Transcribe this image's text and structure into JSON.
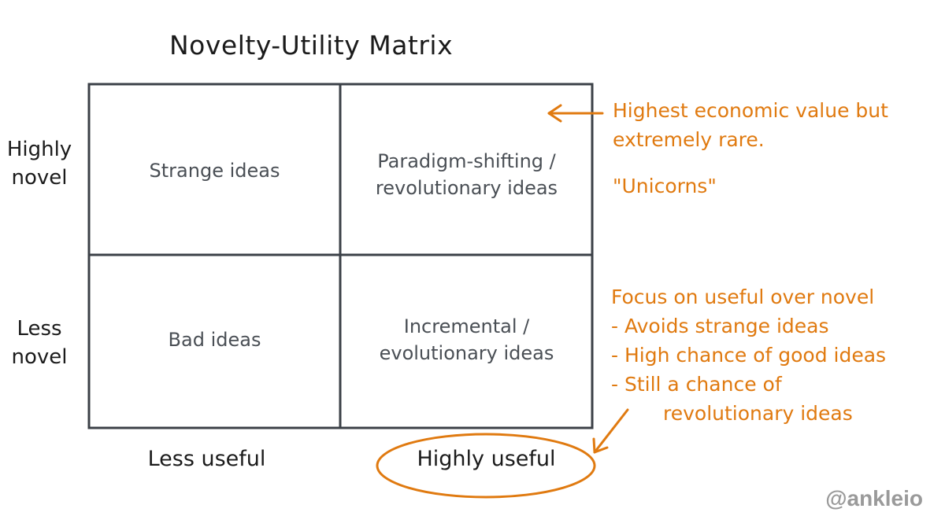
{
  "title": "Novelty-Utility Matrix",
  "rows": {
    "top_label": [
      "Highly",
      "novel"
    ],
    "bottom_label": [
      "Less",
      "novel"
    ]
  },
  "columns": {
    "left_label": "Less useful",
    "right_label": "Highly useful"
  },
  "quadrants": {
    "top_left": [
      "Strange ideas"
    ],
    "top_right": [
      "Paradigm-shifting /",
      "revolutionary ideas"
    ],
    "bottom_left": [
      "Bad ideas"
    ],
    "bottom_right": [
      "Incremental /",
      "evolutionary ideas"
    ]
  },
  "annotations": {
    "top": {
      "lines": [
        "Highest economic value but",
        "extremely rare."
      ],
      "tag": "\"Unicorns\""
    },
    "bottom": {
      "lines": [
        "Focus on useful over novel",
        "- Avoids strange ideas",
        "- High chance of good ideas",
        "- Still a chance of",
        "revolutionary ideas"
      ]
    }
  },
  "credit": "@ankleio",
  "colors": {
    "ink": "#1b1b1b",
    "grid": "#3b4047",
    "cell_text": "#4a4f55",
    "accent": "#e07a10",
    "credit": "#9a9a9a"
  }
}
